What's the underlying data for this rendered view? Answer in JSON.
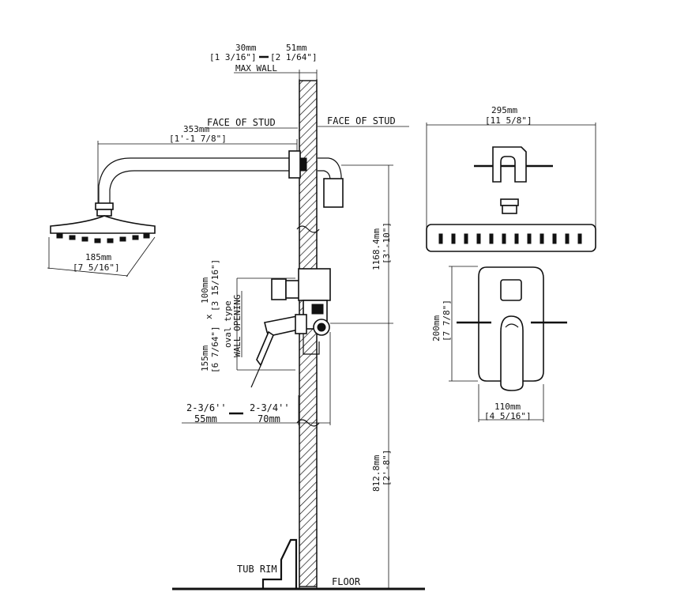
{
  "labels": {
    "max_wall_a_mm": "30mm",
    "max_wall_a_in": "[1 3/16\"]",
    "max_wall_b_mm": "51mm",
    "max_wall_b_in": "[2 1/64\"]",
    "max_wall": "MAX WALL",
    "face_of_stud_left": "FACE OF STUD",
    "face_of_stud_right": "FACE OF STUD",
    "arm_length_mm": "353mm",
    "arm_length_in": "[1'-1 7/8\"]",
    "head_diam_mm": "185mm",
    "head_diam_in": "[7 5/16\"]",
    "height_1168_mm": "1168.4mm",
    "height_1168_in": "[3'-10\"]",
    "opening_100_mm": "100mm",
    "opening_100_in": "[3 15/16\"]",
    "opening_155_mm": "155mm",
    "opening_155_in": "[6 7/64\"]",
    "oval_type": "oval type",
    "wall_opening": "WALL OPENING",
    "depth_a_in": "2-3/6''",
    "depth_a_mm": "55mm",
    "depth_b_in": "2-3/4''",
    "depth_b_mm": "70mm",
    "height_812_mm": "812.8mm",
    "height_812_in": "[2'-8\"]",
    "tub_rim": "TUB RIM",
    "floor": "FLOOR",
    "head_width_mm": "295mm",
    "head_width_in": "[11 5/8\"]",
    "plate_height_mm": "200mm",
    "plate_height_in": "[7 7/8\"]",
    "plate_width_mm": "110mm",
    "plate_width_in": "[4 5/16\"]"
  }
}
